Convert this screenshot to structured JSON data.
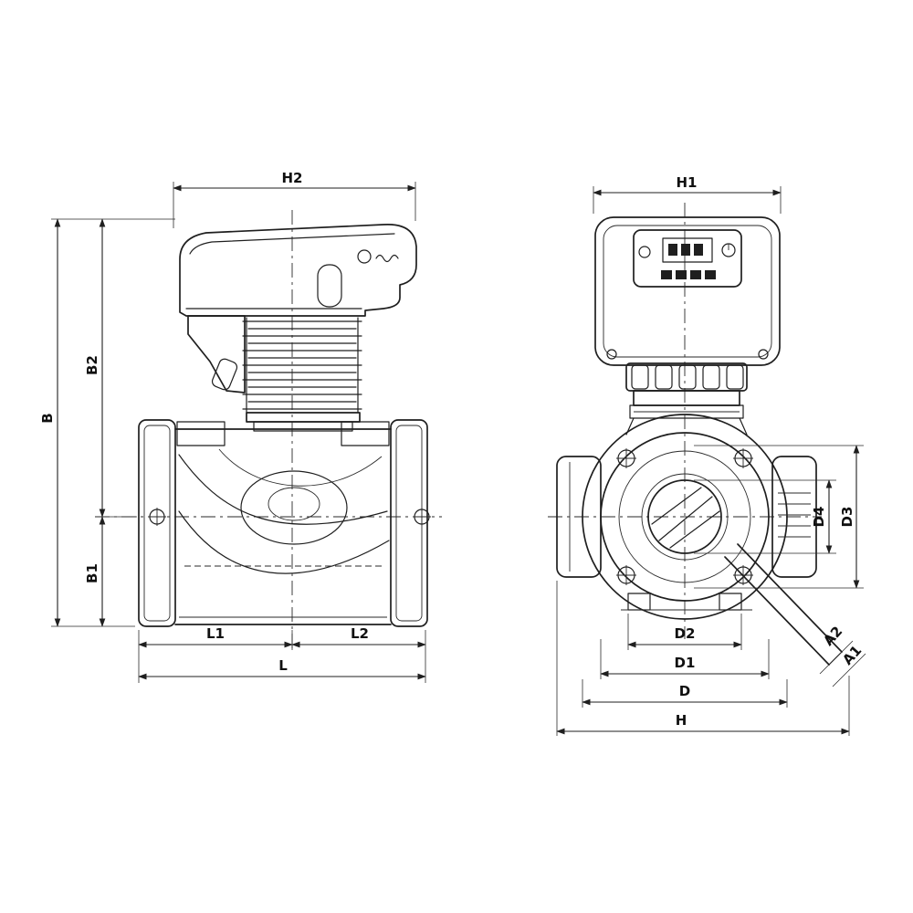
{
  "drawing": {
    "kind": "pump-dimensional-drawing",
    "background": "#ffffff",
    "line_color": "#1f1f1f"
  },
  "labels": {
    "h2": "H2",
    "h1": "H1",
    "b": "B",
    "b2": "B2",
    "b1": "B1",
    "l1": "L1",
    "l2": "L2",
    "l": "L",
    "d4": "D4",
    "d3": "D3",
    "d2": "D2",
    "d1": "D1",
    "d": "D",
    "h": "H",
    "a2": "A2",
    "a1": "A1"
  }
}
